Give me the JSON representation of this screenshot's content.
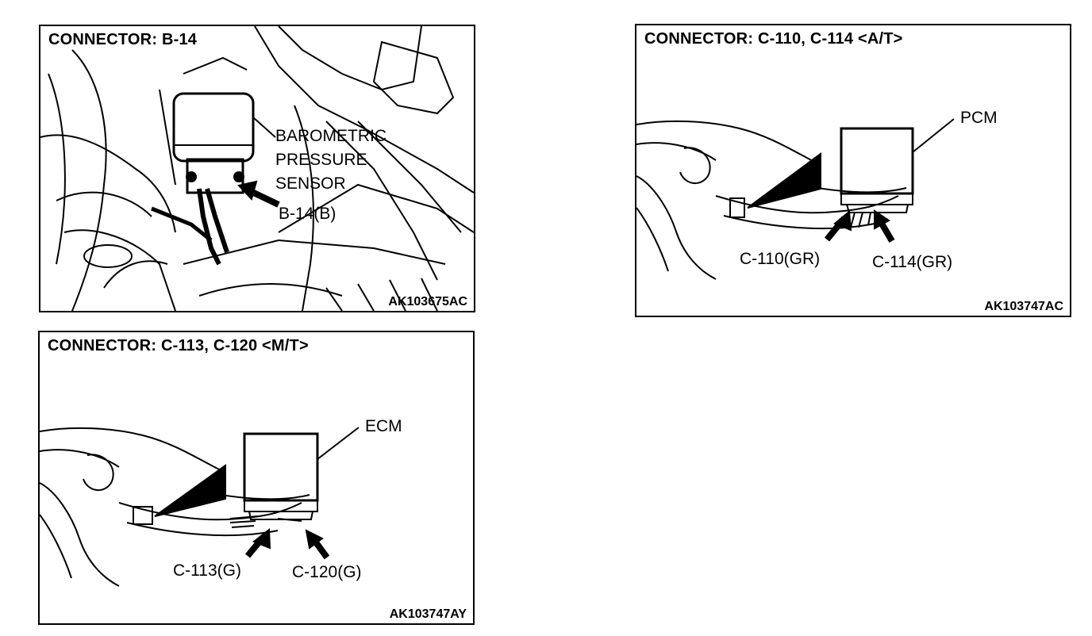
{
  "panels": [
    {
      "title": "CONNECTOR: B-14",
      "figure_id": "AK103675AC",
      "callouts": {
        "sensor_line1": "BAROMETRIC",
        "sensor_line2": "PRESSURE",
        "sensor_line3": "SENSOR",
        "connector": "B-14(B)"
      }
    },
    {
      "title": "CONNECTOR: C-110, C-114 <A/T>",
      "figure_id": "AK103747AC",
      "callouts": {
        "module": "PCM",
        "connector_left": "C-110(GR)",
        "connector_right": "C-114(GR)"
      }
    },
    {
      "title": "CONNECTOR: C-113, C-120 <M/T>",
      "figure_id": "AK103747AY",
      "callouts": {
        "module": "ECM",
        "connector_left": "C-113(G)",
        "connector_right": "C-120(G)"
      }
    }
  ]
}
